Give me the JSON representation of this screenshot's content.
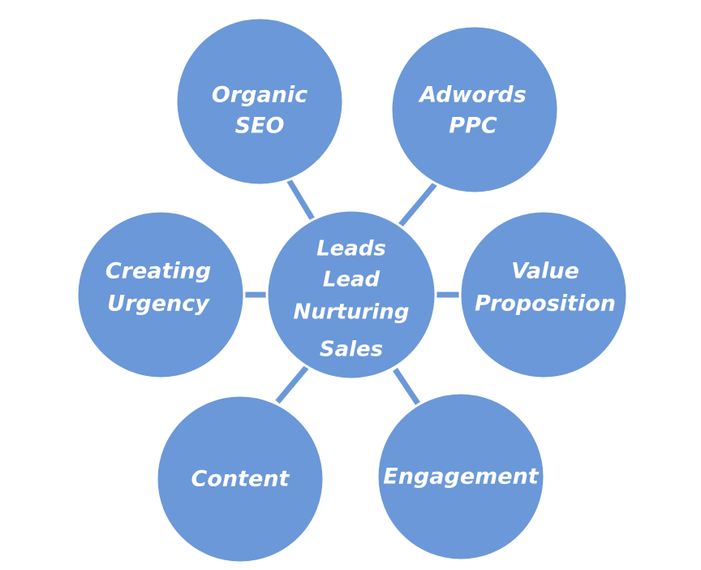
{
  "center": {
    "lines": [
      "Leads",
      "Lead",
      "Nurturing",
      "Sales"
    ]
  },
  "nodes": [
    {
      "id": "organic-seo",
      "lines": [
        "Organic",
        "SEO"
      ]
    },
    {
      "id": "adwords-ppc",
      "lines": [
        "Adwords",
        "PPC"
      ]
    },
    {
      "id": "creating-urgency",
      "lines": [
        "Creating",
        "Urgency"
      ]
    },
    {
      "id": "value-proposition",
      "lines": [
        "Value",
        "Proposition"
      ]
    },
    {
      "id": "content",
      "lines": [
        "Content"
      ]
    },
    {
      "id": "engagement",
      "lines": [
        "Engagement"
      ]
    }
  ],
  "colors": {
    "node_fill": "#6b98d8",
    "text": "#ffffff",
    "background": "#ffffff"
  }
}
